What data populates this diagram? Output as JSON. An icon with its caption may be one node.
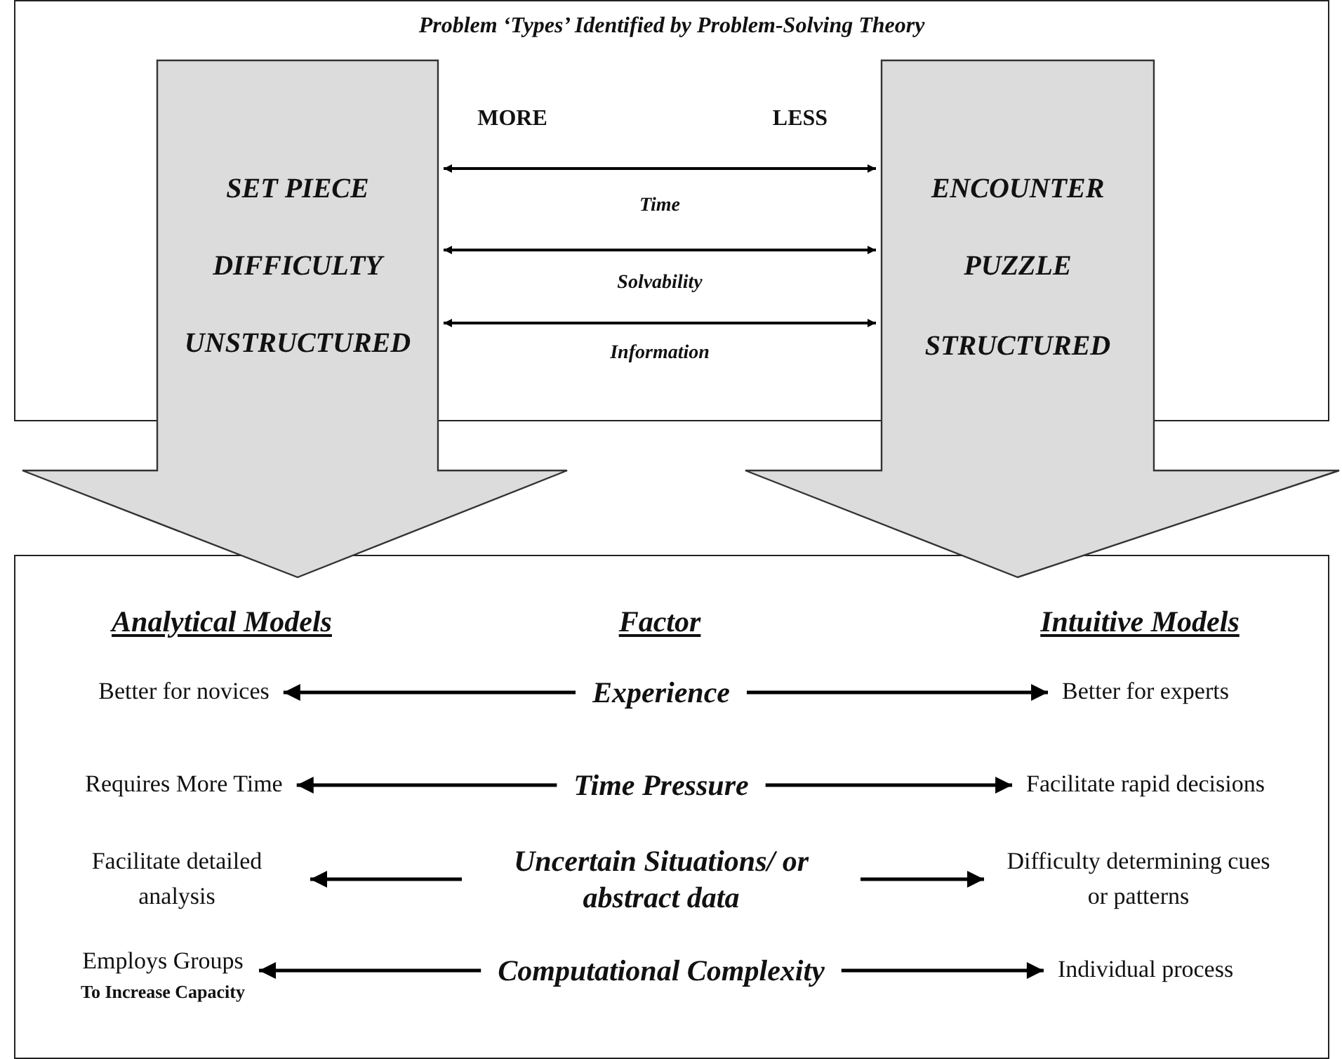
{
  "diagram": {
    "nodes": [
      {
        "text": [
          "Problem ‘Types’ Identified by Problem-Solving Theory"
        ]
      },
      {
        "text": [
          "SET PIECE",
          "DIFFICULTY",
          "UNSTRUCTURED"
        ]
      },
      {
        "text": [
          "ENCOUNTER",
          "PUZZLE",
          "STRUCTURED"
        ]
      },
      {
        "text": [],
        "shape": "box"
      },
      {
        "text": [
          "Better for novices"
        ],
        "in": 3
      },
      {
        "text": [
          "Experience"
        ],
        "in": 3
      },
      {
        "text": [
          "Better for experts"
        ],
        "in": 3
      },
      {
        "text": [
          "Requires More Time"
        ],
        "in": 3
      },
      {
        "text": [
          "Time Pressure"
        ],
        "in": 3
      },
      {
        "text": [
          "Facilitate rapid decisions"
        ],
        "in": 3
      },
      {
        "text": [
          "Facilitate detailed analysis"
        ],
        "in": 3
      },
      {
        "text": [
          "Uncertain Situations/ or abstract data"
        ],
        "in": 3
      },
      {
        "text": [
          "Difficulty determining cues or patterns"
        ],
        "in": 3
      },
      {
        "text": [
          "Employs Groups",
          "To Increase Capacity"
        ],
        "in": 3
      },
      {
        "text": [
          "Computational Complexity"
        ],
        "in": 3
      },
      {
        "text": [
          "Individual process"
        ],
        "in": 3
      }
    ],
    "edges": [
      {
        "from": 1,
        "to": 2,
        "arrow": "both",
        "label": "Time"
      },
      {
        "from": 1,
        "to": 2,
        "arrow": "both",
        "label": "Solvability"
      },
      {
        "from": 1,
        "to": 2,
        "arrow": "both",
        "label": "Information"
      },
      {
        "from": 5,
        "to": 4,
        "arrow": "to"
      },
      {
        "from": 5,
        "to": 6,
        "arrow": "to"
      },
      {
        "from": 8,
        "to": 7,
        "arrow": "to"
      },
      {
        "from": 8,
        "to": 9,
        "arrow": "to"
      },
      {
        "from": 11,
        "to": 10,
        "arrow": "to"
      },
      {
        "from": 11,
        "to": 12,
        "arrow": "to"
      },
      {
        "from": 14,
        "to": 13,
        "arrow": "to"
      },
      {
        "from": 14,
        "to": 15,
        "arrow": "to"
      }
    ],
    "labels": [
      "MORE",
      "LESS",
      "Analytical Models",
      "Factor",
      "Intuitive Models"
    ]
  }
}
